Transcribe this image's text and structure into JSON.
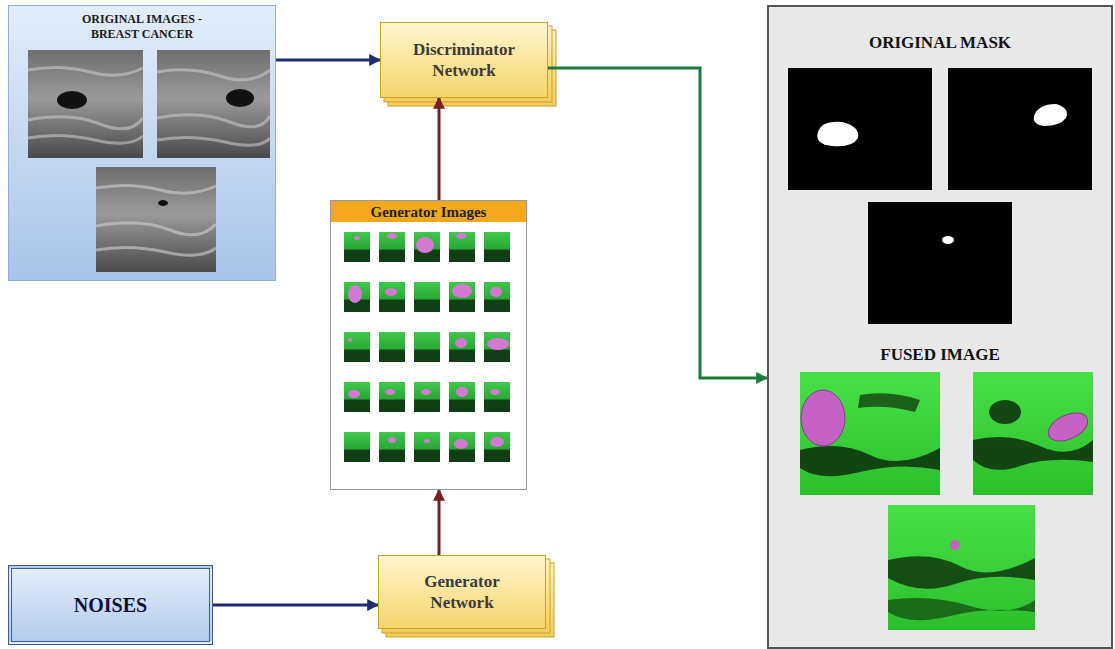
{
  "diagram": {
    "nodes": [
      {
        "text": [
          "ORIGINAL IMAGES - BREAST CANCER"
        ]
      },
      {
        "text": [
          "Discriminator Network"
        ]
      },
      {
        "text": [
          "Generator Images"
        ]
      },
      {
        "text": [
          "NOISES"
        ]
      },
      {
        "text": [
          "Generator Network"
        ]
      },
      {
        "text": [
          "ORIGINAL MASK",
          "FUSED IMAGE"
        ]
      }
    ],
    "edges": [
      {
        "from": 0,
        "to": 1,
        "arrow": "to"
      },
      {
        "from": 2,
        "to": 1,
        "arrow": "to"
      },
      {
        "from": 4,
        "to": 2,
        "arrow": "to"
      },
      {
        "from": 3,
        "to": 4,
        "arrow": "to"
      },
      {
        "from": 1,
        "to": 5,
        "arrow": "to"
      }
    ]
  }
}
